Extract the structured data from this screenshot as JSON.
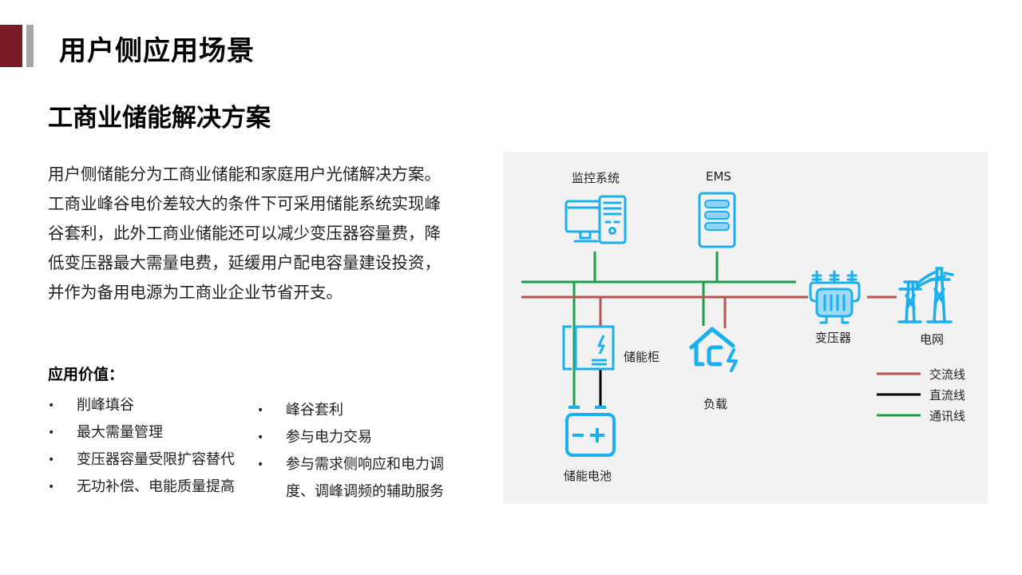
{
  "header": {
    "page_title": "用户侧应用场景",
    "section_title": "工商业储能解决方案"
  },
  "description": [
    "用户侧储能分为工商业储能和家庭用户光储解决方案。",
    "工商业峰谷电价差较大的条件下可采用储能系统实现峰",
    "谷套利，此外工商业储能还可以减少变压器容量费，降",
    "低变压器最大需量电费，延缓用户配电容量建设投资，",
    "并作为备用电源为工商业企业节省开支。"
  ],
  "values": {
    "title": "应用价值：",
    "bullet": "•",
    "left": [
      "削峰填谷",
      "最大需量管理",
      "变压器容量受限扩容替代",
      "无功补偿、电能质量提高"
    ],
    "right": [
      "峰谷套利",
      "参与电力交易",
      "参与需求侧响应和电力调",
      "度、调峰调频的辅助服务"
    ]
  },
  "diagram": {
    "nodes": {
      "monitor": "监控系统",
      "ems": "EMS",
      "cabinet": "储能柜",
      "load": "负载",
      "battery": "储能电池",
      "transformer": "变压器",
      "grid": "电网"
    },
    "legend": [
      {
        "label": "交流线",
        "color": "#b85450"
      },
      {
        "label": "直流线",
        "color": "#000000"
      },
      {
        "label": "通讯线",
        "color": "#1aa04a"
      }
    ],
    "colors": {
      "icon": "#1ab0ef",
      "ac": "#b85450",
      "dc": "#000000",
      "comm": "#1aa04a",
      "accent": "#7a1c27"
    }
  }
}
